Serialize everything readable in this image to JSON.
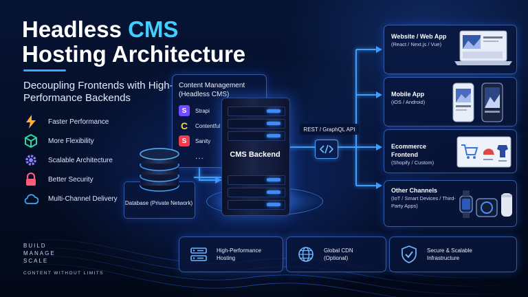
{
  "title": {
    "line1_prefix": "Headless ",
    "line1_highlight": "CMS",
    "line2": "Hosting Architecture"
  },
  "subtitle": "Decoupling Frontends with High-Performance Backends",
  "features": [
    {
      "label": "Faster Performance",
      "icon": "lightning-icon",
      "color": "#ffb02e"
    },
    {
      "label": "More Flexibility",
      "icon": "cube-icon",
      "color": "#2fd6a0"
    },
    {
      "label": "Scalable Architecture",
      "icon": "gear-icon",
      "color": "#8a7dff"
    },
    {
      "label": "Better Security",
      "icon": "lock-icon",
      "color": "#ff5a7a"
    },
    {
      "label": "Multi-Channel Delivery",
      "icon": "cloud-icon",
      "color": "#3ea8ff"
    }
  ],
  "tagline": {
    "line1": "BUILD",
    "line2": "MANAGE",
    "line3": "SCALE",
    "footer": "CONTENT WITHOUT LIMITS"
  },
  "content_management": {
    "title": "Content Management (Headless CMS)",
    "items": [
      {
        "name": "Strapi",
        "color": "#6e4cff",
        "glyph": "S"
      },
      {
        "name": "Contentful",
        "color": "#ffcf3a",
        "glyph": "C"
      },
      {
        "name": "Sanity",
        "color": "#f03e4f",
        "glyph": "S"
      }
    ],
    "more": "..."
  },
  "server": {
    "label": "CMS Backend"
  },
  "database": {
    "label": "Database (Private Network)"
  },
  "api": {
    "label": "REST / GraphQL API"
  },
  "channels": [
    {
      "title": "Website / Web App",
      "sub": "(React / Next.js / Vue)"
    },
    {
      "title": "Mobile App",
      "sub": "(iOS / Android)"
    },
    {
      "title": "Ecommerce Frontend",
      "sub": "(Shopify / Custom)"
    },
    {
      "title": "Other Channels",
      "sub": "(IoT / Smart Devices / Third-Party Apps)"
    }
  ],
  "bottom": [
    {
      "label": "High-Performance Hosting",
      "icon": "server-icon"
    },
    {
      "label": "Global CDN (Optional)",
      "icon": "globe-icon"
    },
    {
      "label": "Secure & Scalable Infrastructure",
      "icon": "shield-check-icon"
    }
  ],
  "colors": {
    "accent": "#3fd0ff",
    "wire": "#3ea0ff",
    "panel_border": "#5a96ff"
  }
}
